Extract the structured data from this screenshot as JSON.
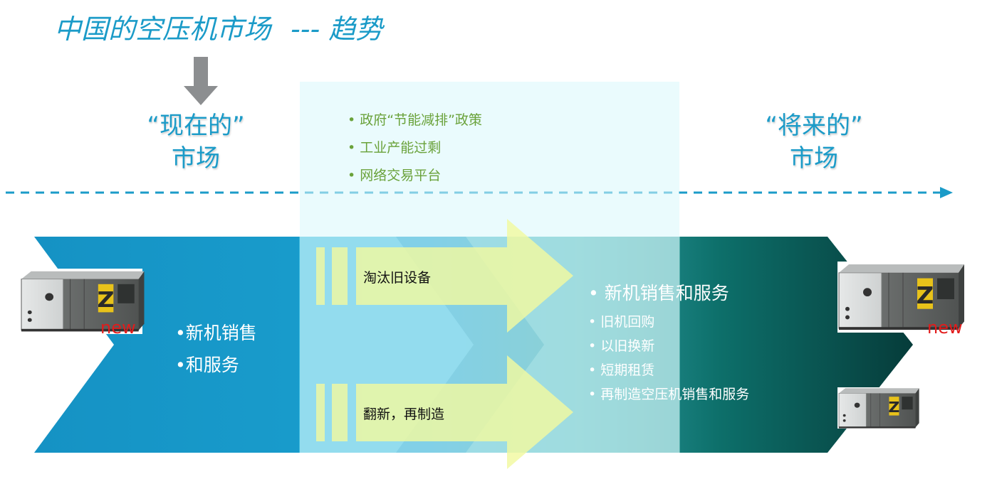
{
  "title": {
    "main": "中国的空压机市场",
    "suffix": "--- 趋势"
  },
  "current_market": {
    "line1": "“现在的”",
    "line2": "市场"
  },
  "future_market": {
    "line1": "“将来的”",
    "line2": "市场"
  },
  "drivers": [
    "• 政府“节能减排”政策",
    "• 工业产能过剩",
    "• 网络交易平台"
  ],
  "left_block": [
    "•新机销售",
    "•和服务"
  ],
  "arrows": {
    "upper": "淘汰旧设备",
    "lower": "翻新，再制造"
  },
  "future_services": {
    "main": "• 新机销售和服务",
    "items": [
      "• 旧机回购",
      "• 以旧换新",
      "• 短期租赁",
      "• 再制造空压机销售和服务"
    ]
  },
  "badges": {
    "new_left": "new",
    "new_right": "new"
  },
  "colors": {
    "title": "#1b9bc8",
    "band_left": "#1592c4",
    "band_right": "#0a5f5b",
    "overlay": "#d9f7fb",
    "arrow": "#f1f9a0",
    "drivers_text": "#6aa23a",
    "badge": "#e21b1b"
  },
  "icons": [
    "down-arrow-icon",
    "compressor-image"
  ]
}
